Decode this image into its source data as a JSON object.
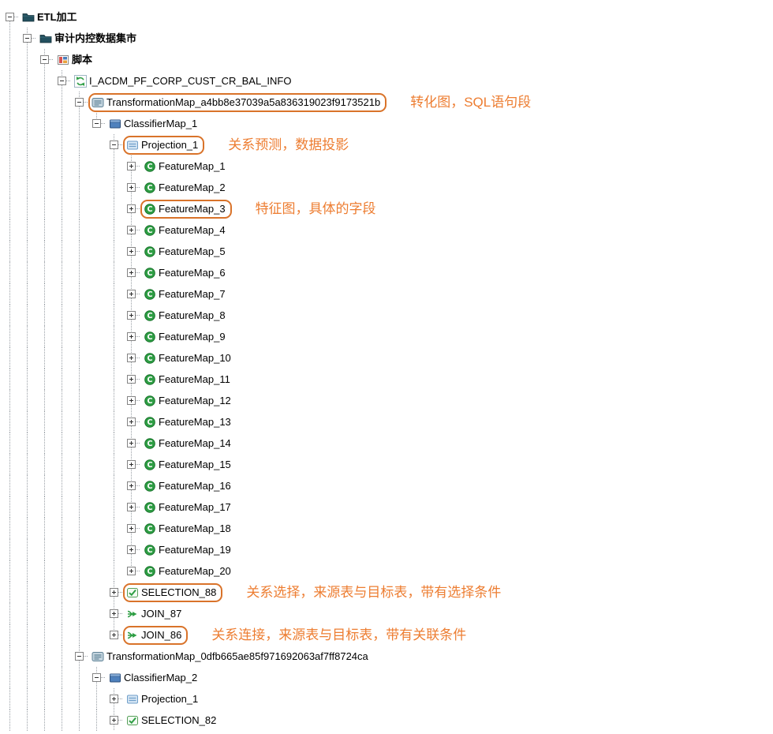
{
  "colors": {
    "annotation-orange": "#ed7d31",
    "highlight-border": "#d9732a",
    "tree-line-gray": "#9aa0a6",
    "node-text": "#000000",
    "feature-green": "#2e9e44",
    "classifier-blue": "#4f81bd"
  },
  "tree": {
    "clipped_continuation_depths": [
      6,
      5,
      4,
      3,
      2,
      1,
      0
    ],
    "rows": [
      {
        "depth": 0,
        "icon": "folder",
        "expander": "minus",
        "bold": true,
        "label": "ETL加工"
      },
      {
        "depth": 1,
        "icon": "folder",
        "expander": "minus",
        "bold": true,
        "label": "审计内控数据集市"
      },
      {
        "depth": 2,
        "icon": "script",
        "expander": "minus",
        "bold": true,
        "label": "脚本"
      },
      {
        "depth": 3,
        "icon": "refresh",
        "expander": "minus",
        "label": "I_ACDM_PF_CORP_CUST_CR_BAL_INFO"
      },
      {
        "depth": 4,
        "icon": "transmap",
        "expander": "minus",
        "label": "TransformationMap_a4bb8e37039a5a836319023f9173521b",
        "highlight": true,
        "annotation": "转化图，SQL语句段"
      },
      {
        "depth": 5,
        "icon": "classifier",
        "expander": "minus",
        "label": "ClassifierMap_1"
      },
      {
        "depth": 6,
        "icon": "projection",
        "expander": "minus",
        "label": "Projection_1",
        "highlight": true,
        "annotation": "关系预测，数据投影"
      },
      {
        "depth": 7,
        "icon": "feature",
        "expander": "plus",
        "label": "FeatureMap_1"
      },
      {
        "depth": 7,
        "icon": "feature",
        "expander": "plus",
        "label": "FeatureMap_2"
      },
      {
        "depth": 7,
        "icon": "feature",
        "expander": "plus",
        "label": "FeatureMap_3",
        "highlight": true,
        "annotation": "特征图，具体的字段"
      },
      {
        "depth": 7,
        "icon": "feature",
        "expander": "plus",
        "label": "FeatureMap_4"
      },
      {
        "depth": 7,
        "icon": "feature",
        "expander": "plus",
        "label": "FeatureMap_5"
      },
      {
        "depth": 7,
        "icon": "feature",
        "expander": "plus",
        "label": "FeatureMap_6"
      },
      {
        "depth": 7,
        "icon": "feature",
        "expander": "plus",
        "label": "FeatureMap_7"
      },
      {
        "depth": 7,
        "icon": "feature",
        "expander": "plus",
        "label": "FeatureMap_8"
      },
      {
        "depth": 7,
        "icon": "feature",
        "expander": "plus",
        "label": "FeatureMap_9"
      },
      {
        "depth": 7,
        "icon": "feature",
        "expander": "plus",
        "label": "FeatureMap_10"
      },
      {
        "depth": 7,
        "icon": "feature",
        "expander": "plus",
        "label": "FeatureMap_11"
      },
      {
        "depth": 7,
        "icon": "feature",
        "expander": "plus",
        "label": "FeatureMap_12"
      },
      {
        "depth": 7,
        "icon": "feature",
        "expander": "plus",
        "label": "FeatureMap_13"
      },
      {
        "depth": 7,
        "icon": "feature",
        "expander": "plus",
        "label": "FeatureMap_14"
      },
      {
        "depth": 7,
        "icon": "feature",
        "expander": "plus",
        "label": "FeatureMap_15"
      },
      {
        "depth": 7,
        "icon": "feature",
        "expander": "plus",
        "label": "FeatureMap_16"
      },
      {
        "depth": 7,
        "icon": "feature",
        "expander": "plus",
        "label": "FeatureMap_17"
      },
      {
        "depth": 7,
        "icon": "feature",
        "expander": "plus",
        "label": "FeatureMap_18"
      },
      {
        "depth": 7,
        "icon": "feature",
        "expander": "plus",
        "label": "FeatureMap_19"
      },
      {
        "depth": 7,
        "icon": "feature",
        "expander": "plus",
        "label": "FeatureMap_20"
      },
      {
        "depth": 6,
        "icon": "selection",
        "expander": "plus",
        "label": "SELECTION_88",
        "highlight": true,
        "annotation": "关系选择，来源表与目标表，带有选择条件"
      },
      {
        "depth": 6,
        "icon": "join",
        "expander": "plus",
        "label": "JOIN_87"
      },
      {
        "depth": 6,
        "icon": "join",
        "expander": "plus",
        "label": "JOIN_86",
        "highlight": true,
        "annotation": "关系连接，来源表与目标表，带有关联条件"
      },
      {
        "depth": 4,
        "icon": "transmap",
        "expander": "minus",
        "label": "TransformationMap_0dfb665ae85f971692063af7ff8724ca"
      },
      {
        "depth": 5,
        "icon": "classifier",
        "expander": "minus",
        "label": "ClassifierMap_2"
      },
      {
        "depth": 6,
        "icon": "projection",
        "expander": "plus",
        "label": "Projection_1"
      },
      {
        "depth": 6,
        "icon": "selection",
        "expander": "plus",
        "label": "SELECTION_82"
      }
    ]
  }
}
